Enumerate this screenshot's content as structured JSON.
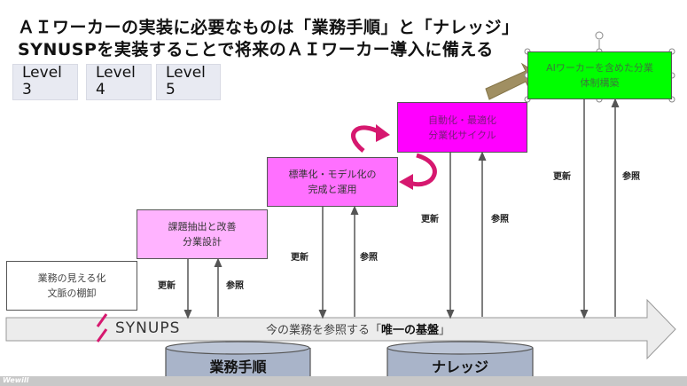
{
  "title": {
    "line1": "ＡＩワーカーの実装に必要なものは「業務手順」と「ナレッジ」",
    "line2": "SYNUSPを実装することで将来のＡＩワーカー導入に備える"
  },
  "levels": [
    {
      "label": "Level",
      "num": "3"
    },
    {
      "label": "Level",
      "num": "4"
    },
    {
      "label": "Level",
      "num": "5"
    }
  ],
  "steps": [
    {
      "line1": "業務の見える化",
      "line2": "文脈の棚卸"
    },
    {
      "line1": "課題抽出と改善",
      "line2": "分業設計"
    },
    {
      "line1": "標準化・モデル化の",
      "line2": "完成と運用"
    },
    {
      "line1": "自動化・最適化",
      "line2": "分業化サイクル"
    },
    {
      "line1": "AIワーカーを含めた分業",
      "line2": "体制構築"
    }
  ],
  "labels": {
    "update": "更新",
    "refer": "参照"
  },
  "foundation": {
    "brand": "SYNUPS",
    "text": "今の業務を参照する「",
    "bold": "唯一の基盤",
    "close": "」"
  },
  "databases": [
    "業務手順",
    "ナレッジ"
  ],
  "footer": {
    "brand": "Wewill"
  },
  "colors": {
    "step1": "#ffffff",
    "step2": "#ffb3ff",
    "step3": "#ff70ff",
    "step4": "#ff00ff",
    "step5": "#00ff00",
    "accent": "#d6186f"
  }
}
